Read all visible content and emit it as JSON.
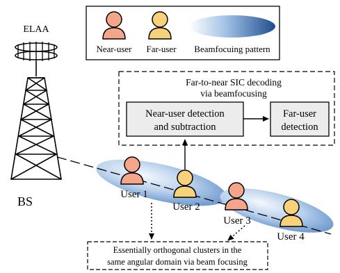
{
  "antenna_label": "ELAA",
  "bs_label": "BS",
  "legend": {
    "near_user": "Near-user",
    "far_user": "Far-user",
    "pattern": "Beamfocuing pattern"
  },
  "sic_box": {
    "title_line1": "Far-to-near SIC decoding",
    "title_line2": "via beamfocusing",
    "near_detect_line1": "Near-user detection",
    "near_detect_line2": "and subtraction",
    "far_detect_line1": "Far-user",
    "far_detect_line2": "detection"
  },
  "users": {
    "u1": "User 1",
    "u2": "User 2",
    "u3": "User 3",
    "u4": "User 4"
  },
  "cluster_note": {
    "line1": "Essentially orthogonal clusters in the",
    "line2": "same angular domain via beam focusing"
  },
  "colors": {
    "near_user": "#f4a58a",
    "far_user": "#f7d27a",
    "beam_dark": "#1f4e8f",
    "beam_light": "#ffffff",
    "box_fill": "#ececec"
  }
}
